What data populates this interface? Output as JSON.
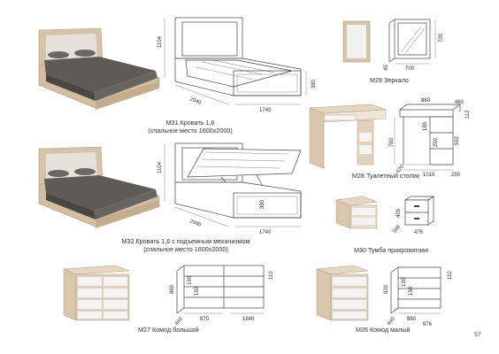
{
  "page_number": "57",
  "items": [
    {
      "id": "m31",
      "title": "М31 Кровать 1,6",
      "subtitle": "(спальное место 1600х2000)",
      "dims": {
        "h": "1104",
        "d": "2040",
        "w": "1740",
        "leg": "380"
      }
    },
    {
      "id": "m32",
      "title": "М32 Кровать 1,6 с подъемным механизмом",
      "subtitle": "(спальное место 1600х2000)",
      "dims": {
        "h": "1104",
        "d": "2040",
        "w": "1740",
        "leg": "380"
      }
    },
    {
      "id": "m29",
      "title": "М29 Зеркало",
      "dims": {
        "h": "700",
        "d": "45",
        "w": "700"
      }
    },
    {
      "id": "m28",
      "title": "М28 Туалетный столик",
      "dims": {
        "top_w": "860",
        "depth": "460",
        "top_h": "112",
        "h": "760",
        "d1": "180",
        "d2": "290",
        "d3": "592",
        "side": "420",
        "w": "1015",
        "drawer": "250"
      }
    },
    {
      "id": "m30",
      "title": "М30 Тумба прикроватная",
      "dims": {
        "h": "405",
        "d": "348",
        "w": "475"
      }
    },
    {
      "id": "m27",
      "title": "М27 Комод большой",
      "dims": {
        "h": "860",
        "d1": "190",
        "d2": "150",
        "side": "440",
        "w1": "870",
        "w": "1840",
        "top": "110"
      }
    },
    {
      "id": "m26",
      "title": "М26 Комод малый",
      "dims": {
        "h": "820",
        "d1": "190",
        "d2": "150",
        "side": "440",
        "w1": "860",
        "w": "976",
        "top": "110"
      }
    }
  ]
}
